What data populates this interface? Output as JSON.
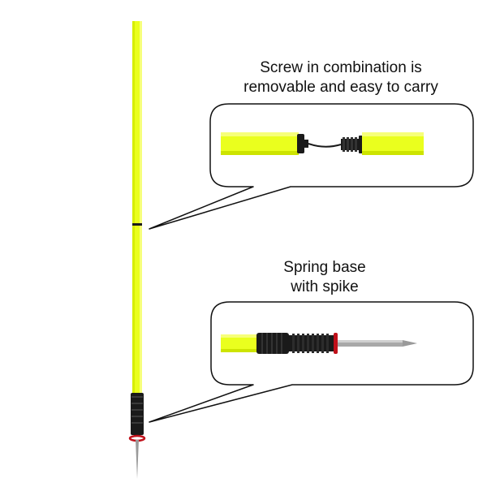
{
  "callouts": {
    "top": {
      "line1": "Screw in combination is",
      "line2": "removable and easy to carry"
    },
    "bottom": {
      "line1": "Spring base",
      "line2": "with spike"
    }
  },
  "colors": {
    "pole": "#eaff1e",
    "pole_shade": "#c9e000",
    "grip": "#1a1a1a",
    "ring": "#c0101a",
    "spike": "#9a9a9a",
    "background": "#ffffff",
    "outline": "#111111"
  },
  "icons": {
    "pole": "slalom-pole",
    "joint": "screw-joint",
    "base": "spring-base-spike"
  }
}
